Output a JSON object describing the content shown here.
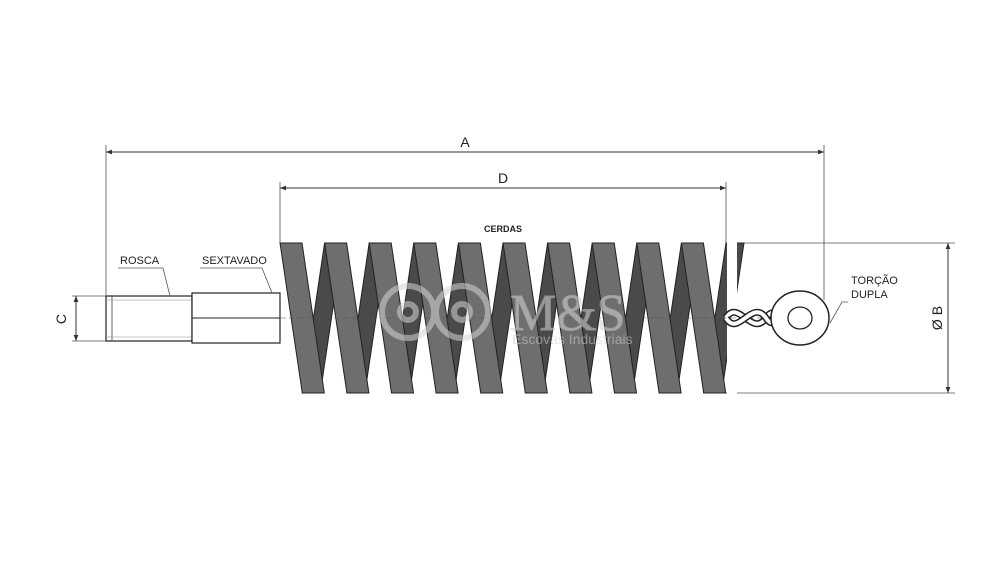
{
  "dimensions": {
    "a": "A",
    "d": "D",
    "c": "C",
    "b": "Ø B"
  },
  "labels": {
    "rosca": "ROSCA",
    "sextavado": "SEXTAVADO",
    "cerdas": "CERDAS",
    "torcao_line1": "TORÇÃO",
    "torcao_line2": "DUPLA"
  },
  "watermark": {
    "brand": "M&S",
    "tagline": "Escovas Industriais"
  },
  "colors": {
    "bristle_fill": "#6e6e6e",
    "bristle_back": "#4a4a4a",
    "line": "#222222",
    "watermark": "#dcdcdc"
  },
  "brush": {
    "coil_count": 10
  }
}
